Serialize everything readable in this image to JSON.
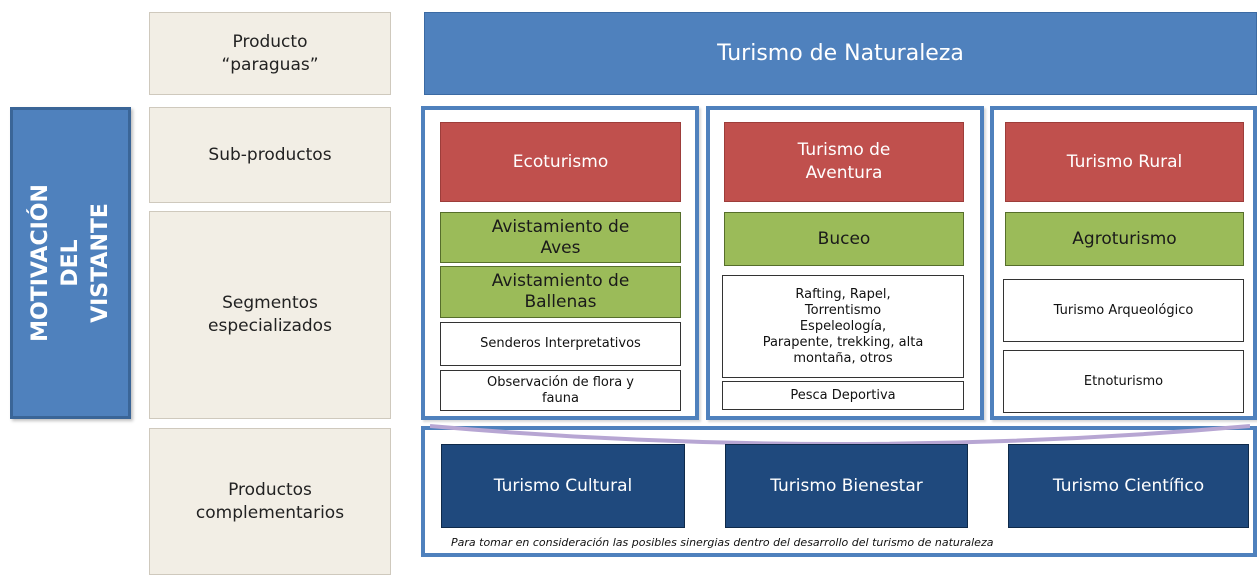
{
  "motivation": "MOTIVACIÓN DEL\nVISTANTE",
  "rows": {
    "umbrella": "Producto\n“paraguas”",
    "sub_products": "Sub-productos",
    "segments": "Segmentos\nespecializados",
    "complementary": "Productos\ncomplementarios"
  },
  "header": "Turismo de Naturaleza",
  "columns": [
    {
      "sub_product": "Ecoturismo",
      "green": [
        "Avistamiento de\nAves",
        "Avistamiento de\nBallenas"
      ],
      "white": [
        "Senderos Interpretativos",
        "Observación de flora y\nfauna"
      ]
    },
    {
      "sub_product": "Turismo de\nAventura",
      "green": [
        "Buceo"
      ],
      "white": [
        "Rafting, Rapel,\nTorrentismo\nEspeleología,\nParapente, trekking, alta\nmontaña, otros",
        "Pesca Deportiva"
      ]
    },
    {
      "sub_product": "Turismo Rural",
      "green": [
        "Agroturismo"
      ],
      "white": [
        "Turismo Arqueológico",
        "Etnoturismo"
      ]
    }
  ],
  "complementary_products": [
    "Turismo Cultural",
    "Turismo Bienestar",
    "Turismo Científico"
  ],
  "note": "Para tomar en consideración las posibles sinergias dentro del desarrollo del turismo de naturaleza",
  "colors": {
    "blue": "#4f81bd",
    "red": "#c0504d",
    "green": "#9bbb59",
    "navy": "#1f497d",
    "beige": "#f2eee5"
  }
}
